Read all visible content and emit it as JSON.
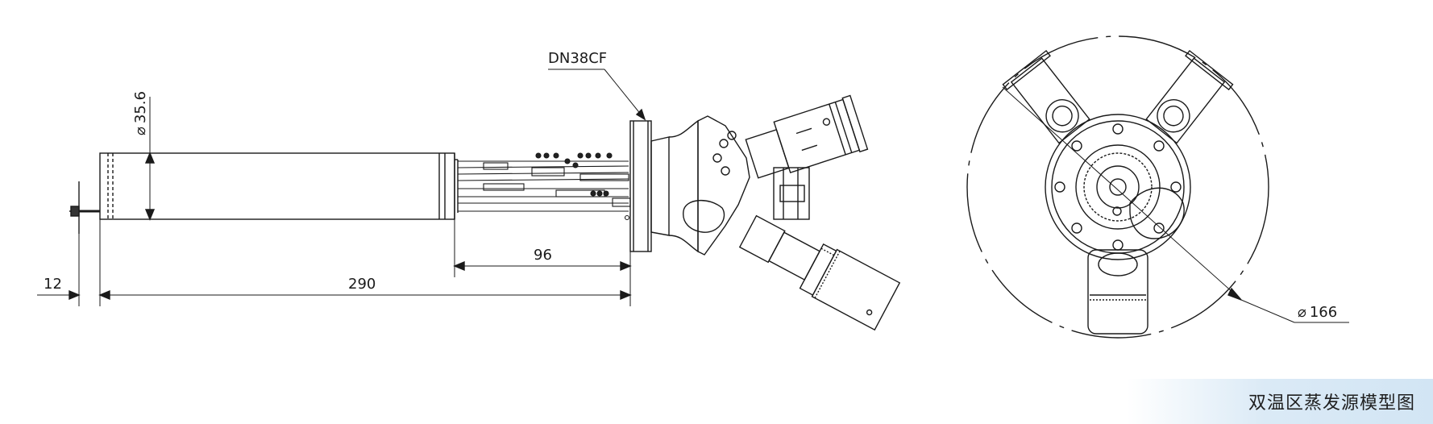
{
  "dimensions": {
    "flange": "DN38CF",
    "tube_diameter": "35.6",
    "tip_length": "12",
    "body_length": "290",
    "feedthrough_length": "96",
    "end_view_diameter": "166"
  },
  "diameter_symbol": "⌀",
  "caption": "双温区蒸发源模型图"
}
